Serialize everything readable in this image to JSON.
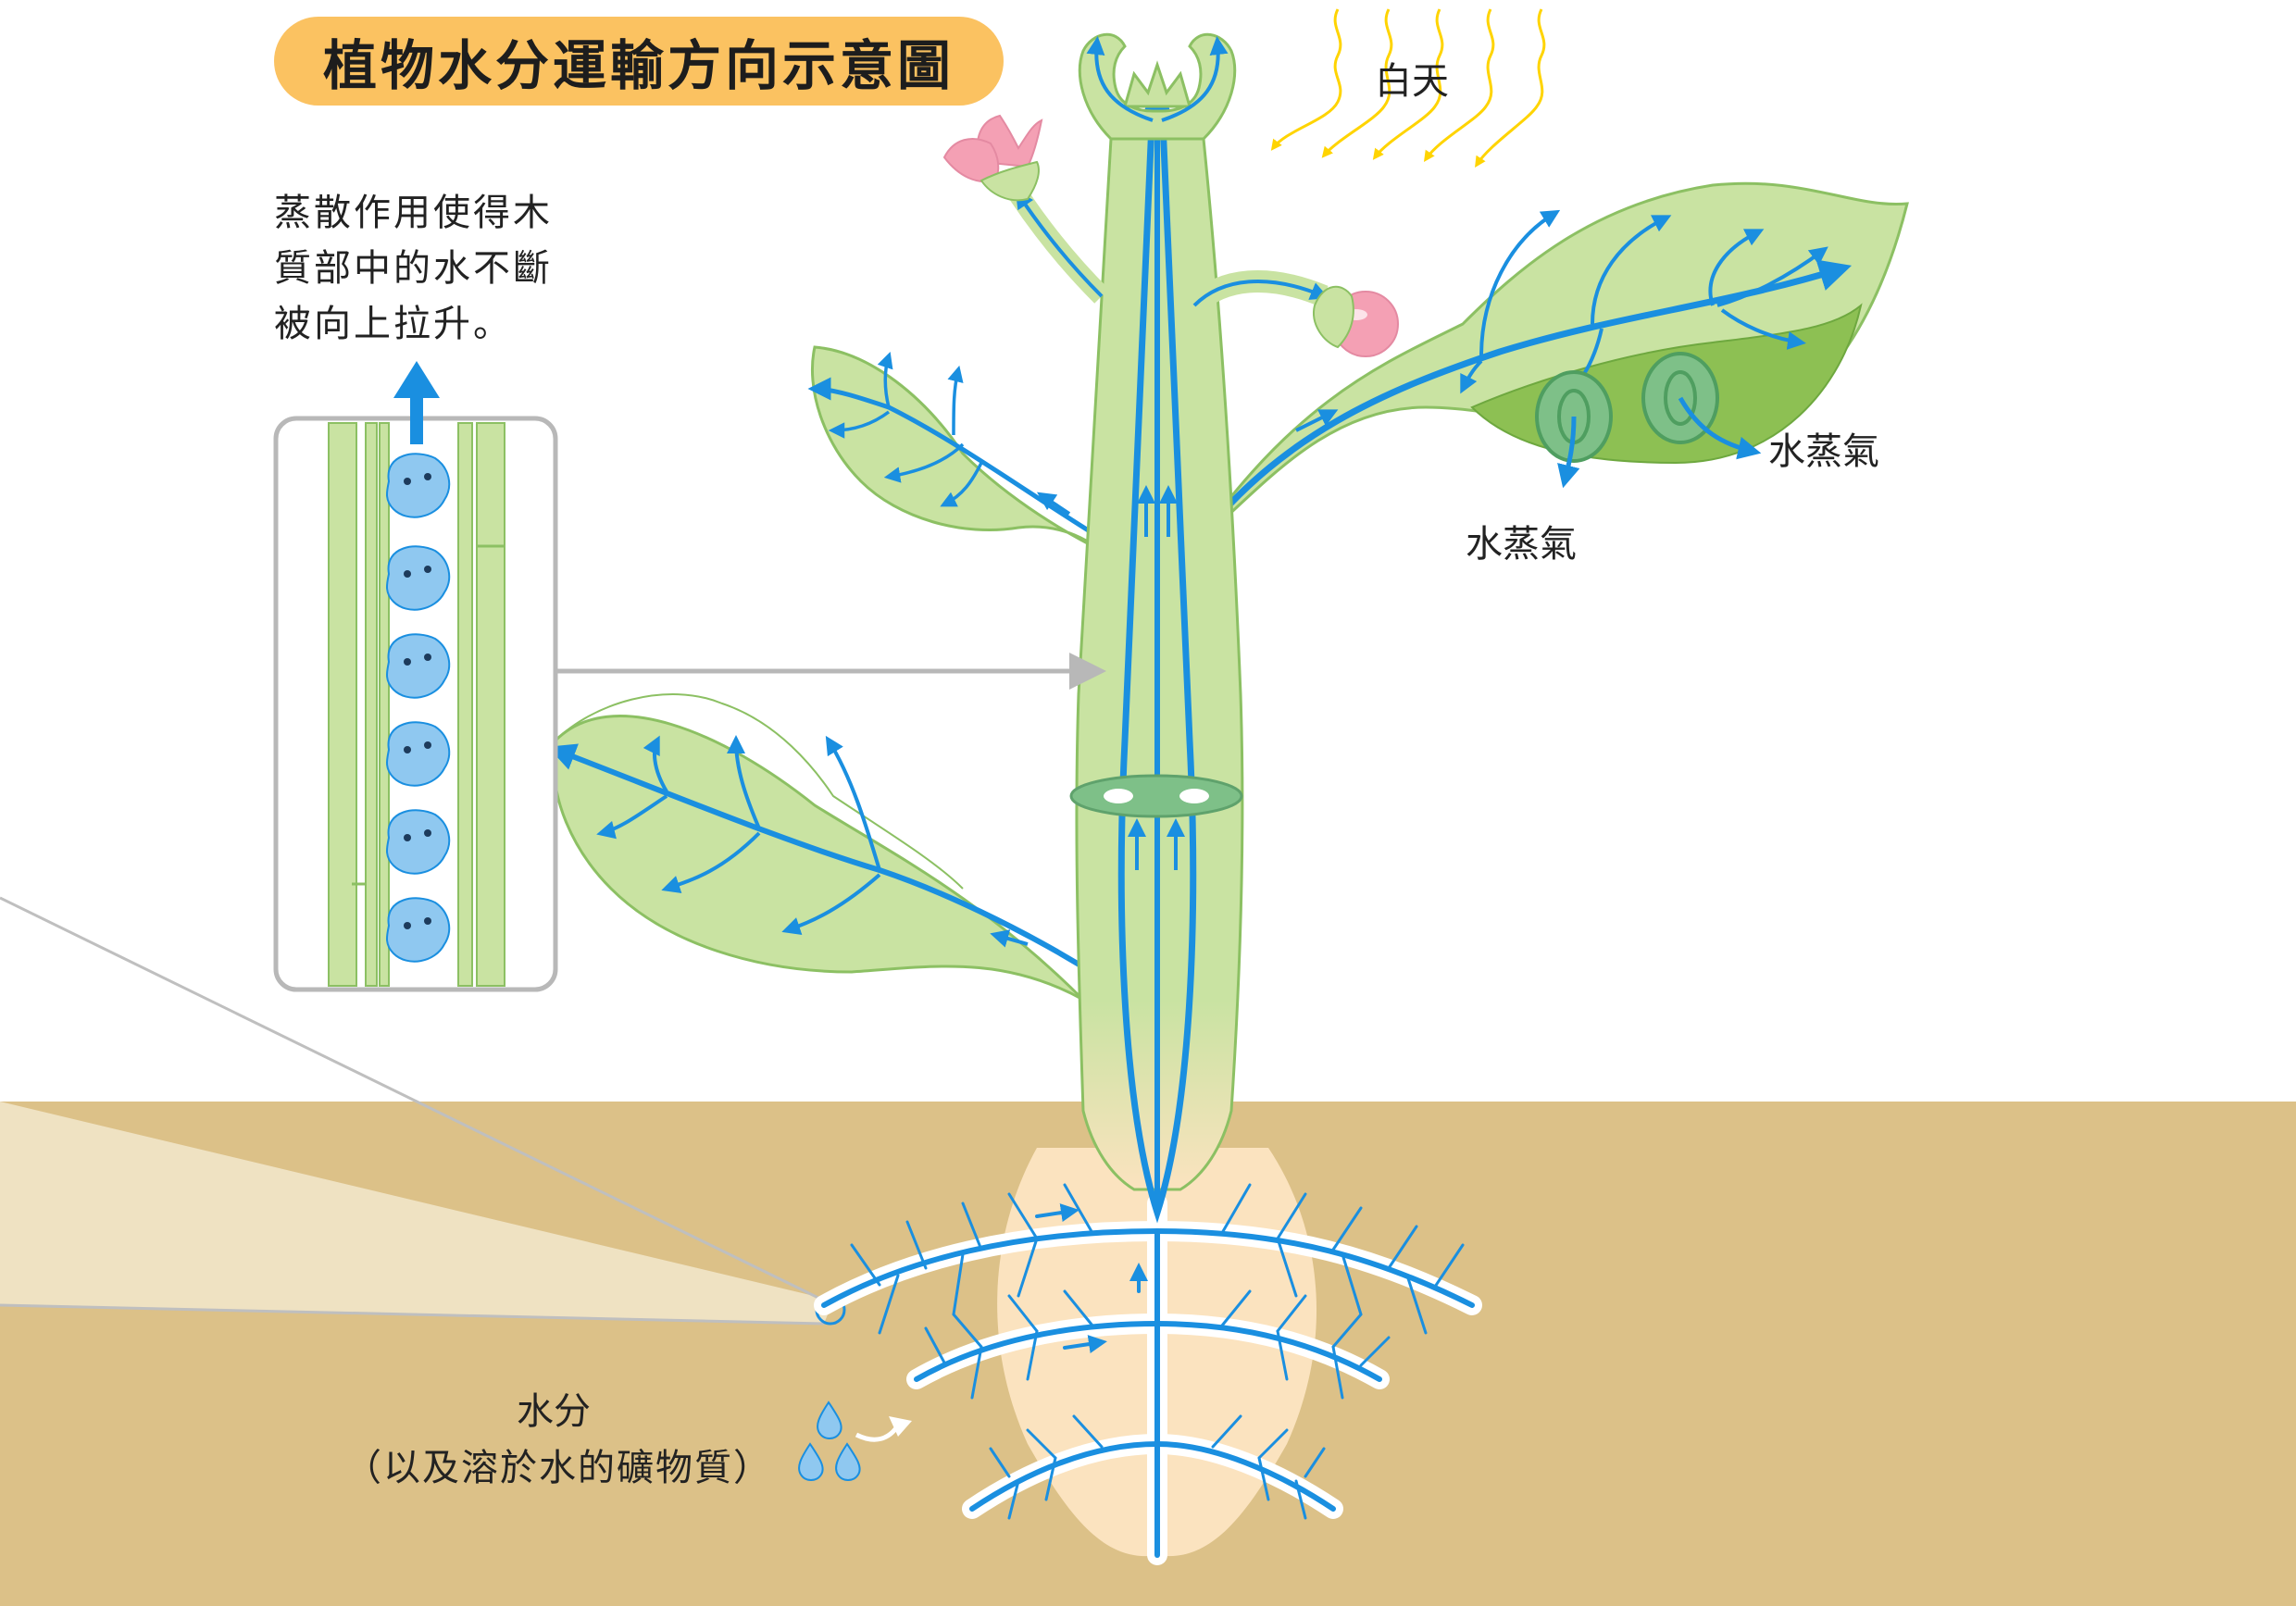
{
  "title": "植物水分運輸方向示意圖",
  "labels": {
    "transpiration_note": "蒸散作用使得木質部中的水不斷被向上拉升。",
    "daytime": "白天",
    "water_vapor_right": "水蒸氣",
    "water_vapor_lower": "水蒸氣",
    "water": "水分",
    "water_detail": "（以及溶於水的礦物質）"
  },
  "colors": {
    "title_bg": "#fbc261",
    "plant_fill": "#c9e3a2",
    "plant_outline": "#8cc063",
    "xylem_blue": "#1a8fe0",
    "soil": "#dcc188",
    "root_glow": "#fbe3bf",
    "sunlight": "#ffd400",
    "flower_pink": "#f4a0b4"
  },
  "icons": [
    "sun-ray-icon",
    "water-drop-icon",
    "water-molecule-icon",
    "stoma-icon",
    "flower-icon",
    "bud-icon"
  ]
}
